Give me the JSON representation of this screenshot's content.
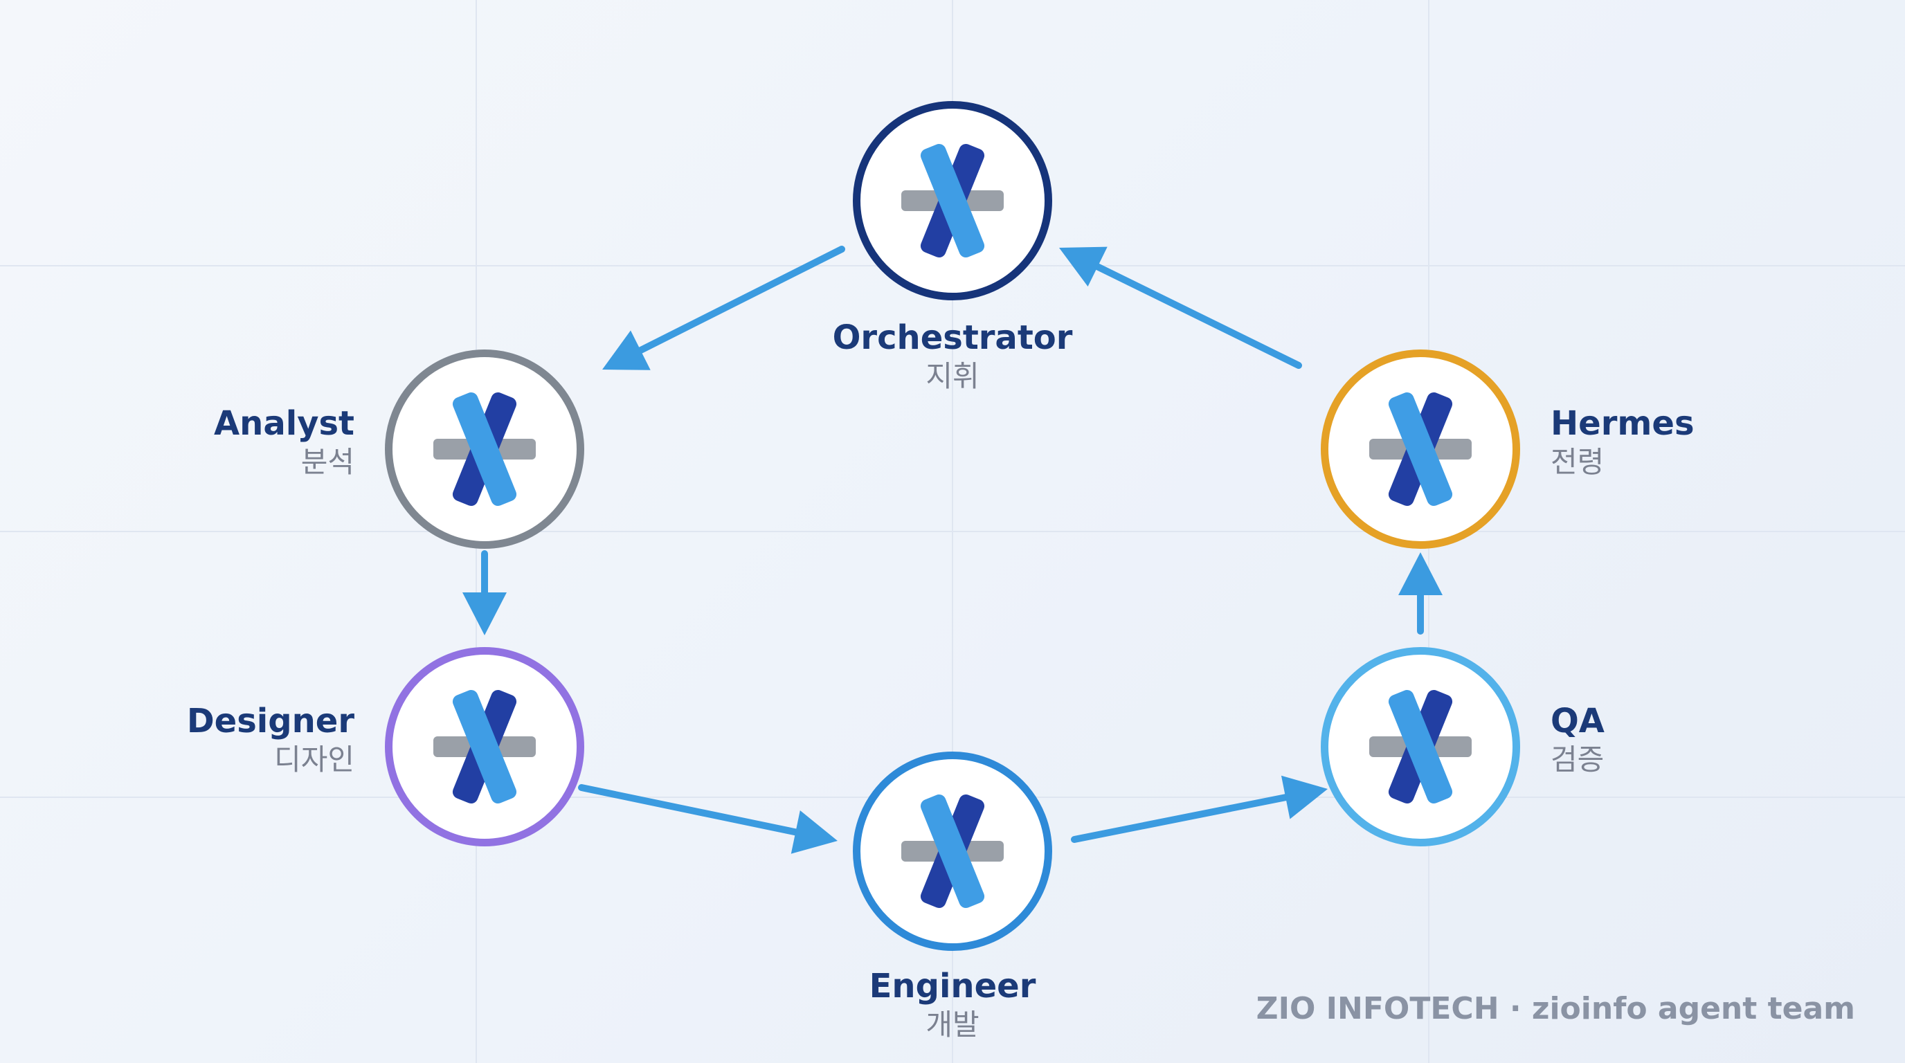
{
  "colors": {
    "background": "#eef3fa",
    "grid": "#dfe6f1",
    "arrow": "#3b9be0",
    "label": "#1b3a78",
    "sublabel": "#7b8190",
    "footer": "#8a93a4",
    "logo_bar": "#9aa0a8",
    "logo_light": "#3f9de5",
    "logo_dark": "#223fa3"
  },
  "nodes": [
    {
      "id": "orchestrator",
      "name": "Orchestrator",
      "sub": "지휘",
      "ring_color": "#16347a"
    },
    {
      "id": "analyst",
      "name": "Analyst",
      "sub": "분석",
      "ring_color": "#7f8791"
    },
    {
      "id": "designer",
      "name": "Designer",
      "sub": "디자인",
      "ring_color": "#9172e2"
    },
    {
      "id": "engineer",
      "name": "Engineer",
      "sub": "개발",
      "ring_color": "#2e8ad8"
    },
    {
      "id": "qa",
      "name": "QA",
      "sub": "검증",
      "ring_color": "#53b2ea"
    },
    {
      "id": "hermes",
      "name": "Hermes",
      "sub": "전령",
      "ring_color": "#e5a126"
    }
  ],
  "edges": [
    {
      "from": "orchestrator",
      "to": "analyst"
    },
    {
      "from": "analyst",
      "to": "designer"
    },
    {
      "from": "designer",
      "to": "engineer"
    },
    {
      "from": "engineer",
      "to": "qa"
    },
    {
      "from": "qa",
      "to": "hermes"
    },
    {
      "from": "hermes",
      "to": "orchestrator"
    }
  ],
  "footer": {
    "text": "ZIO INFOTECH · zioinfo agent team"
  }
}
